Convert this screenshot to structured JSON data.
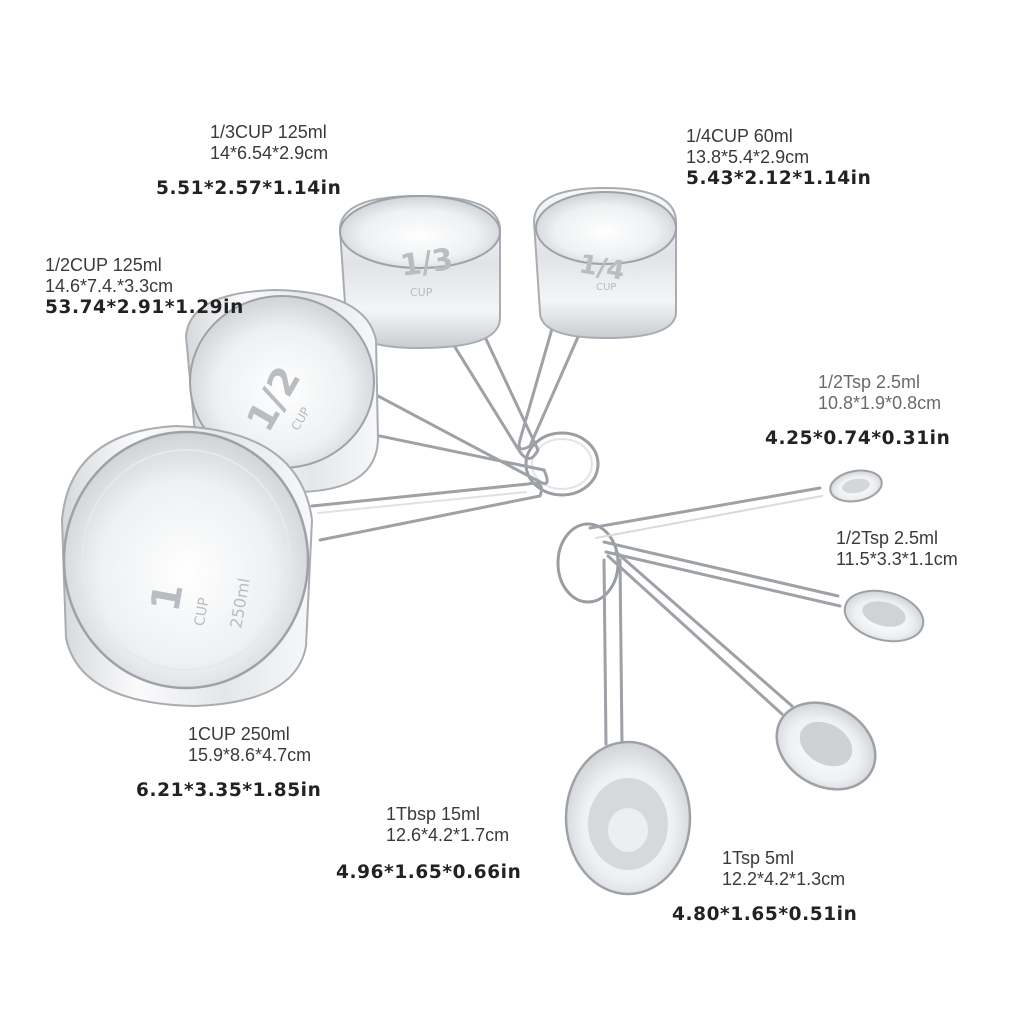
{
  "labels": {
    "third_cup": {
      "name": "1/3CUP 125ml",
      "cm": "14*6.54*2.9cm",
      "inch": "5.51*2.57*1.14in"
    },
    "quarter_cup": {
      "name": "1/4CUP 60ml",
      "cm": "13.8*5.4*2.9cm",
      "inch": "5.43*2.12*1.14in"
    },
    "half_cup": {
      "name": "1/2CUP 125ml",
      "cm": "14.6*7.4.*3.3cm",
      "inch": "53.74*2.91*1.29in"
    },
    "half_tsp_a": {
      "name": "1/2Tsp 2.5ml",
      "cm": "10.8*1.9*0.8cm",
      "inch": "4.25*0.74*0.31in"
    },
    "half_tsp_b": {
      "name": "1/2Tsp 2.5ml",
      "cm": "11.5*3.3*1.1cm"
    },
    "one_cup": {
      "name": "1CUP 250ml",
      "cm": "15.9*8.6*4.7cm",
      "inch": "6.21*3.35*1.85in"
    },
    "tbsp": {
      "name": "1Tbsp  15ml",
      "cm": "12.6*4.2*1.7cm",
      "inch": "4.96*1.65*0.66in"
    },
    "tsp": {
      "name": "1Tsp 5ml",
      "cm": "12.2*4.2*1.3cm",
      "inch": "4.80*1.65*0.51in"
    }
  },
  "engravings": {
    "one_cup": {
      "frac": "1",
      "word": "CUP",
      "vol": "250ml"
    },
    "half_cup": {
      "frac": "1/2",
      "word": "CUP"
    },
    "third_cup": {
      "frac": "1/3",
      "word": "CUP"
    },
    "quarter_cup": {
      "frac": "1/4",
      "word": "CUP"
    }
  },
  "colors": {
    "background": "#ffffff",
    "text": "#2b2b2b",
    "steel_light": "#eef0f2",
    "steel_mid": "#c7cacd",
    "steel_dark": "#8e9296"
  }
}
